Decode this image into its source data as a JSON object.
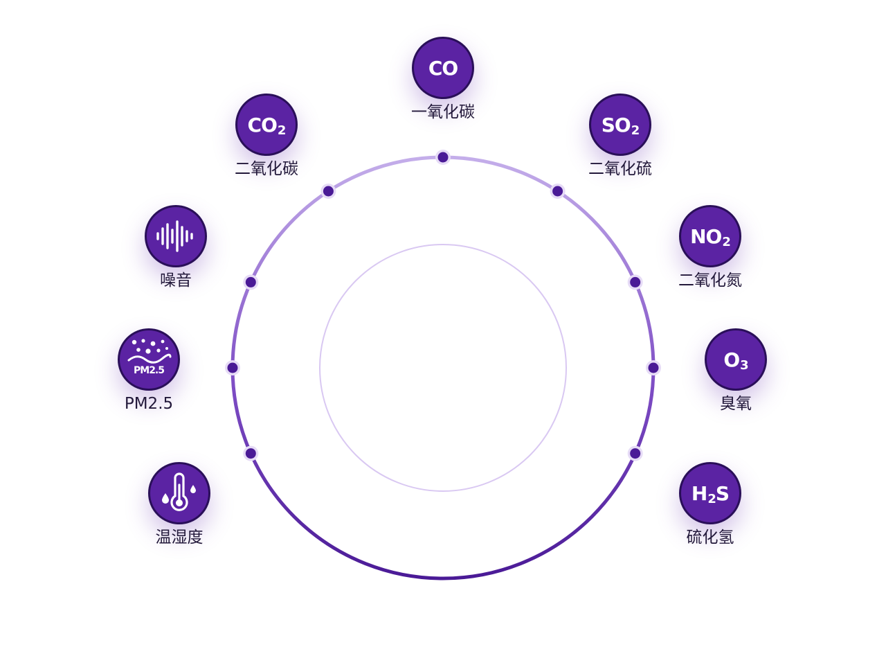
{
  "colors": {
    "badge_fill": "#5b23a3",
    "badge_border": "#2a0f59",
    "ring_top": "#b89be0",
    "ring_bottom": "#4a1a96",
    "inner_ring": "#d9c8f2",
    "dot_fill": "#4a1a96",
    "label_text": "#22183a"
  },
  "sensors": [
    {
      "id": "co",
      "badge": {
        "main": "CO",
        "sub": "",
        "tail": ""
      },
      "icon": "co-text-icon",
      "label": "一氧化碳"
    },
    {
      "id": "so2",
      "badge": {
        "main": "SO",
        "sub": "2",
        "tail": ""
      },
      "icon": "so2-text-icon",
      "label": "二氧化硫"
    },
    {
      "id": "no2",
      "badge": {
        "main": "NO",
        "sub": "2",
        "tail": ""
      },
      "icon": "no2-text-icon",
      "label": "二氧化氮"
    },
    {
      "id": "o3",
      "badge": {
        "main": "O",
        "sub": "3",
        "tail": ""
      },
      "icon": "o3-text-icon",
      "label": "臭氧"
    },
    {
      "id": "h2s",
      "badge": {
        "main": "H",
        "sub": "2",
        "tail": "S"
      },
      "icon": "h2s-text-icon",
      "label": "硫化氢"
    },
    {
      "id": "co2",
      "badge": {
        "main": "CO",
        "sub": "2",
        "tail": ""
      },
      "icon": "co2-text-icon",
      "label": "二氧化碳"
    },
    {
      "id": "noise",
      "badge": {
        "main": "",
        "sub": "",
        "tail": ""
      },
      "icon": "sound-wave-icon",
      "label": "噪音"
    },
    {
      "id": "pm25",
      "badge": {
        "main": "",
        "sub": "",
        "tail": "",
        "icon_text": "PM2.5"
      },
      "icon": "particles-icon",
      "label": "PM2.5"
    },
    {
      "id": "th",
      "badge": {
        "main": "",
        "sub": "",
        "tail": ""
      },
      "icon": "thermometer-droplet-icon",
      "label": "温湿度"
    }
  ]
}
